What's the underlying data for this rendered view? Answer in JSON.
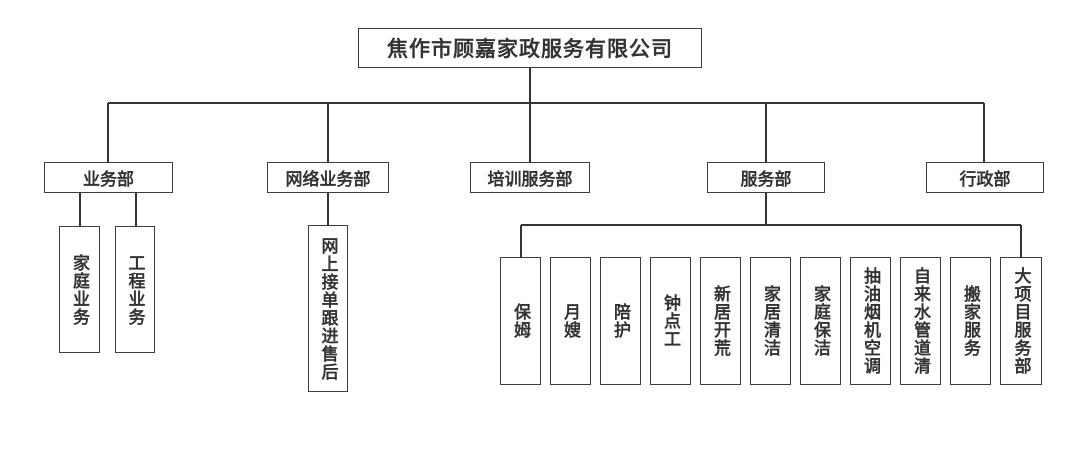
{
  "title": "焦作市顾嘉家政服务有限公司",
  "departments": [
    {
      "label": "业务部",
      "children": [
        "家庭业务",
        "工程业务"
      ]
    },
    {
      "label": "网络业务部",
      "children": [
        "网上接单跟进售后"
      ]
    },
    {
      "label": "培训服务部",
      "children": []
    },
    {
      "label": "服务部",
      "children": [
        "保姆",
        "月嫂",
        "陪护",
        "钟点工",
        "新居开荒",
        "家居清洁",
        "家庭保洁",
        "抽油烟机空调",
        "自来水管道清",
        "搬家服务",
        "大项目服务部"
      ]
    },
    {
      "label": "行政部",
      "children": []
    }
  ],
  "colors": {
    "line": "#333333",
    "border": "#3c3c3c",
    "text": "#333333",
    "background": "#ffffff"
  }
}
